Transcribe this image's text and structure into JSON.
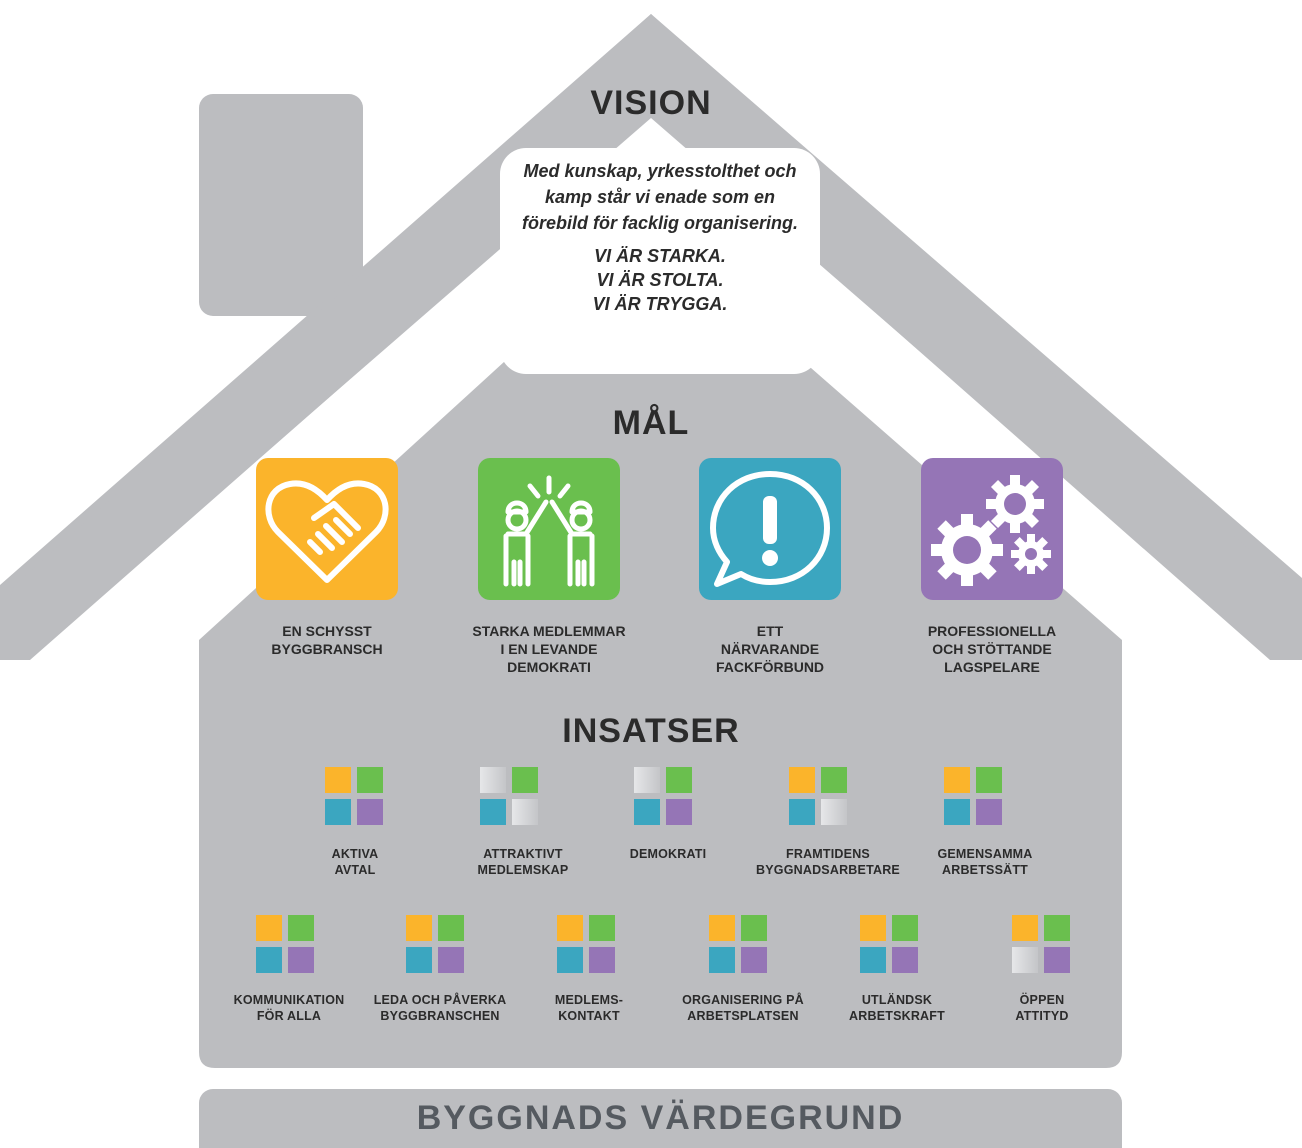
{
  "colors": {
    "house": "#bcbdc0",
    "orange": "#fbb42b",
    "green": "#6abf4e",
    "teal": "#3ba6c0",
    "purple": "#9575b6",
    "gray_square": "#d4d5d8",
    "text": "#2b2b2b"
  },
  "vision": {
    "title": "VISION",
    "text": "Med kunskap, yrkesstolthet och kamp står vi enade som en förebild för facklig organisering.",
    "motto": [
      "VI ÄR STARKA.",
      "VI ÄR STOLTA.",
      "VI ÄR TRYGGA."
    ]
  },
  "goals": {
    "title": "MÅL",
    "items": [
      {
        "label": "EN SCHYSST\nBYGGBRANSCH",
        "icon": "heart-handshake-icon",
        "color": "#fbb42b"
      },
      {
        "label": "STARKA MEDLEMMAR\nI EN LEVANDE\nDEMOKRATI",
        "icon": "high-five-workers-icon",
        "color": "#6abf4e"
      },
      {
        "label": "ETT\nNÄRVARANDE\nFACKFÖRBUND",
        "icon": "speech-bubble-exclamation-icon",
        "color": "#3ba6c0"
      },
      {
        "label": "PROFESSIONELLA\nOCH STÖTTANDE\nLAGSPELARE",
        "icon": "gears-icon",
        "color": "#9575b6"
      }
    ]
  },
  "efforts": {
    "title": "INSATSER",
    "items": [
      {
        "label": "AKTIVA\nAVTAL",
        "icon": "four-squares-icon",
        "squares": [
          "orange",
          "green",
          "teal",
          "purple"
        ]
      },
      {
        "label": "ATTRAKTIVT\nMEDLEMSKAP",
        "icon": "four-squares-icon",
        "squares": [
          "gray",
          "green",
          "teal",
          "gray"
        ]
      },
      {
        "label": "DEMOKRATI",
        "icon": "four-squares-icon",
        "squares": [
          "gray",
          "green",
          "teal",
          "purple"
        ]
      },
      {
        "label": "FRAMTIDENS\nBYGGNADSARBETARE",
        "icon": "four-squares-icon",
        "squares": [
          "orange",
          "green",
          "teal",
          "gray"
        ]
      },
      {
        "label": "GEMENSAMMA\nARBETSSÄTT",
        "icon": "four-squares-icon",
        "squares": [
          "orange",
          "green",
          "teal",
          "purple"
        ]
      },
      {
        "label": "KOMMUNIKATION\nFÖR ALLA",
        "icon": "four-squares-icon",
        "squares": [
          "orange",
          "green",
          "teal",
          "purple"
        ]
      },
      {
        "label": "LEDA OCH PÅVERKA\nBYGGBRANSCHEN",
        "icon": "four-squares-icon",
        "squares": [
          "orange",
          "green",
          "teal",
          "purple"
        ]
      },
      {
        "label": "MEDLEMS-\nKONTAKT",
        "icon": "four-squares-icon",
        "squares": [
          "orange",
          "green",
          "teal",
          "purple"
        ]
      },
      {
        "label": "ORGANISERING PÅ\nARBETSPLATSEN",
        "icon": "four-squares-icon",
        "squares": [
          "orange",
          "green",
          "teal",
          "purple"
        ]
      },
      {
        "label": "UTLÄNDSK\nARBETSKRAFT",
        "icon": "four-squares-icon",
        "squares": [
          "orange",
          "green",
          "teal",
          "purple"
        ]
      },
      {
        "label": "ÖPPEN\nATTITYD",
        "icon": "four-squares-icon",
        "squares": [
          "orange",
          "green",
          "gray",
          "purple"
        ]
      }
    ]
  },
  "footer": {
    "label": "BYGGNADS VÄRDEGRUND"
  }
}
